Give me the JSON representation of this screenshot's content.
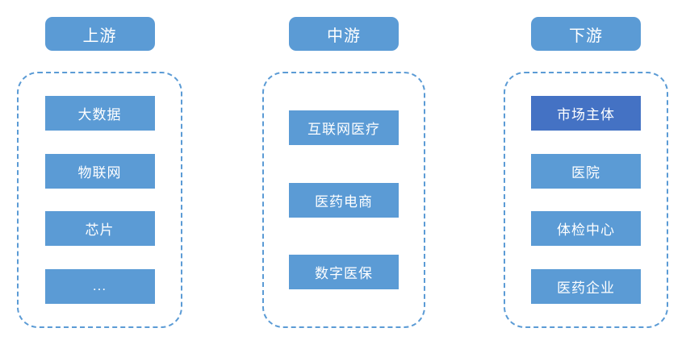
{
  "diagram": {
    "columns": [
      {
        "id": "upstream",
        "header": "上游",
        "items": [
          {
            "label": "大数据",
            "variant": "light"
          },
          {
            "label": "物联网",
            "variant": "light"
          },
          {
            "label": "芯片",
            "variant": "light"
          },
          {
            "label": "...",
            "variant": "light"
          }
        ]
      },
      {
        "id": "midstream",
        "header": "中游",
        "items": [
          {
            "label": "互联网医疗",
            "variant": "light"
          },
          {
            "label": "医药电商",
            "variant": "light"
          },
          {
            "label": "数字医保",
            "variant": "light"
          }
        ]
      },
      {
        "id": "downstream",
        "header": "下游",
        "items": [
          {
            "label": "市场主体",
            "variant": "dark"
          },
          {
            "label": "医院",
            "variant": "light"
          },
          {
            "label": "体检中心",
            "variant": "light"
          },
          {
            "label": "医药企业",
            "variant": "light"
          }
        ]
      }
    ],
    "colors": {
      "box_blue": "#5B9BD5",
      "box_dark_blue": "#4472C4",
      "dashed_border": "#5B9BD5",
      "text": "#FFFFFF",
      "background": "#FFFFFF"
    }
  }
}
